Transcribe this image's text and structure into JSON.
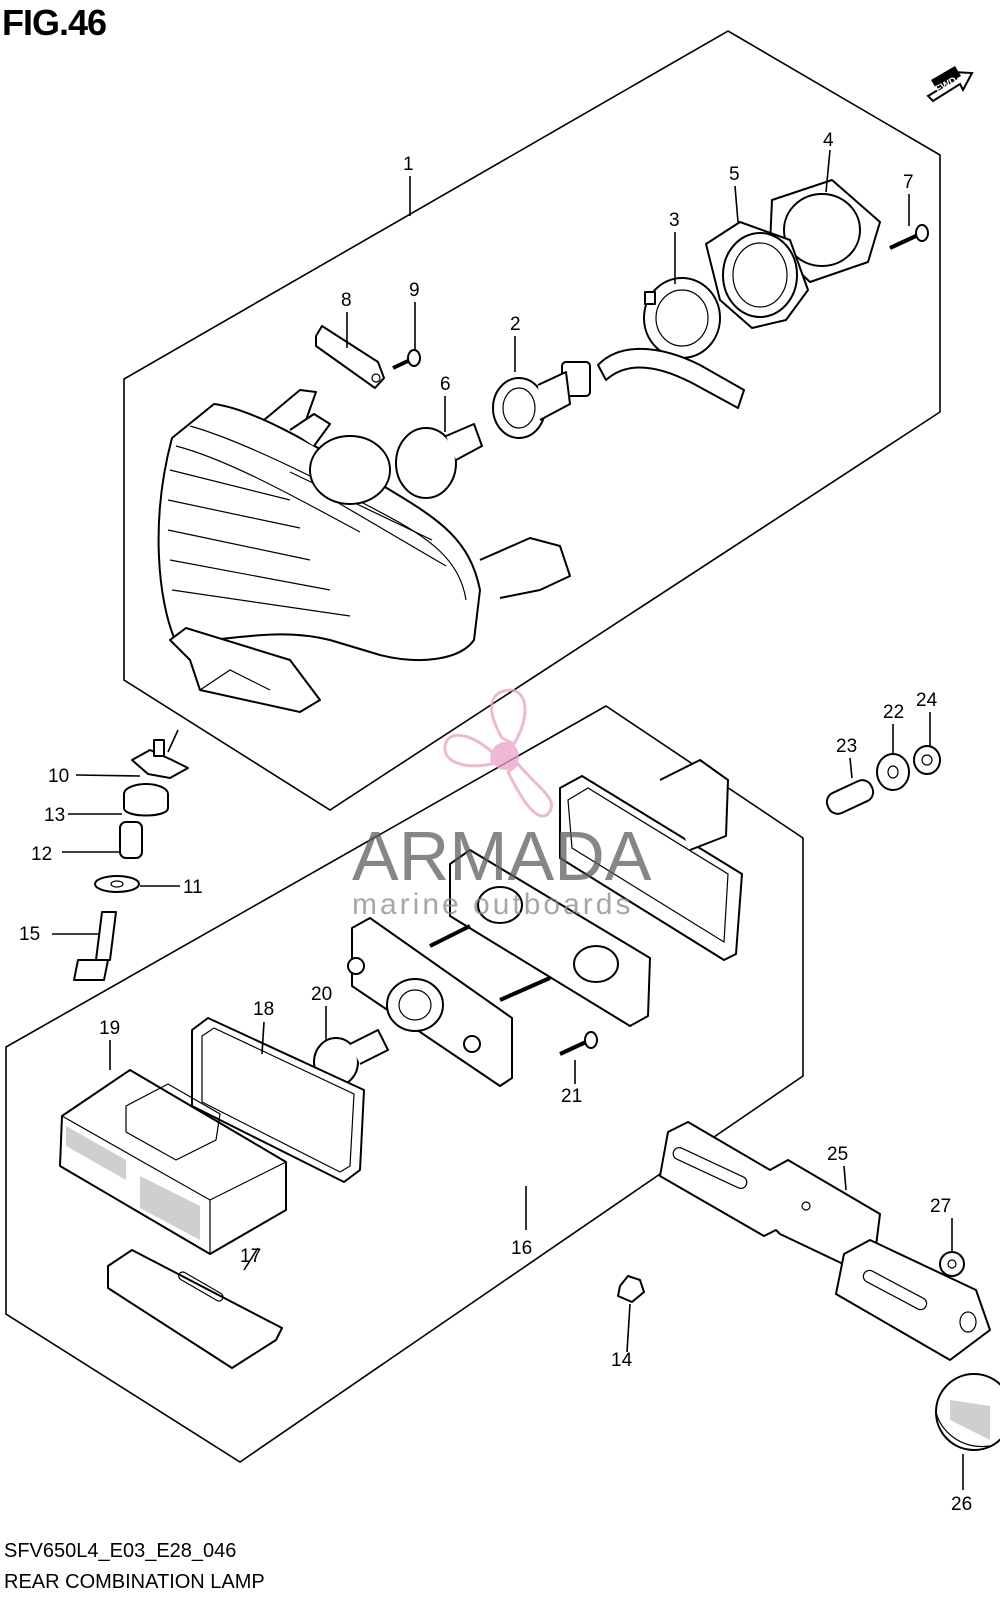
{
  "figure": {
    "title": "FIG.46",
    "fwd_label": "FWD",
    "model_code": "SFV650L4_E03_E28_046",
    "name": "REAR COMBINATION LAMP"
  },
  "watermark": {
    "brand": "ARMADA",
    "tagline": "marine outboards",
    "colors": {
      "brand_pink": "#e8a2c8",
      "text_grey": "#5e5e5e"
    }
  },
  "callouts": [
    {
      "id": "c1",
      "label": "1"
    },
    {
      "id": "c2",
      "label": "2"
    },
    {
      "id": "c3",
      "label": "3"
    },
    {
      "id": "c4",
      "label": "4"
    },
    {
      "id": "c5",
      "label": "5"
    },
    {
      "id": "c6",
      "label": "6"
    },
    {
      "id": "c7",
      "label": "7"
    },
    {
      "id": "c8",
      "label": "8"
    },
    {
      "id": "c9",
      "label": "9"
    },
    {
      "id": "c10",
      "label": "10"
    },
    {
      "id": "c11",
      "label": "11"
    },
    {
      "id": "c12",
      "label": "12"
    },
    {
      "id": "c13",
      "label": "13"
    },
    {
      "id": "c14",
      "label": "14"
    },
    {
      "id": "c15",
      "label": "15"
    },
    {
      "id": "c16",
      "label": "16"
    },
    {
      "id": "c17",
      "label": "17"
    },
    {
      "id": "c18",
      "label": "18"
    },
    {
      "id": "c19",
      "label": "19"
    },
    {
      "id": "c20",
      "label": "20"
    },
    {
      "id": "c21",
      "label": "21"
    },
    {
      "id": "c22",
      "label": "22"
    },
    {
      "id": "c23",
      "label": "23"
    },
    {
      "id": "c24",
      "label": "24"
    },
    {
      "id": "c25",
      "label": "25"
    },
    {
      "id": "c26",
      "label": "26"
    },
    {
      "id": "c27",
      "label": "27"
    }
  ]
}
